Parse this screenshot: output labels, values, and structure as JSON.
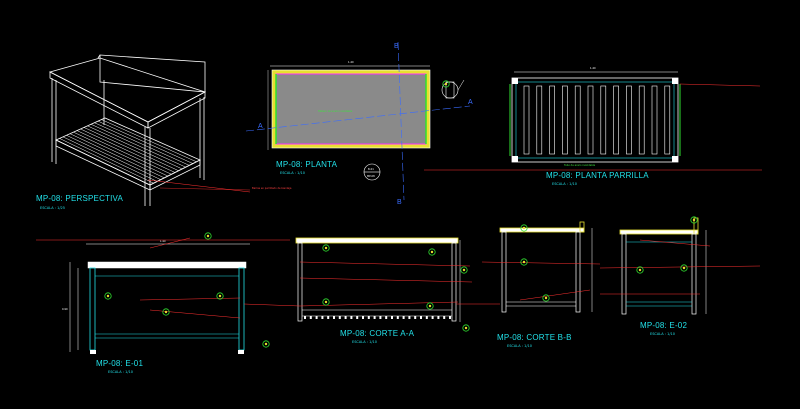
{
  "drawing": {
    "views": {
      "perspective": {
        "title": "MP-08: PERSPECTIVA",
        "scale": "ESCALA : 1/25",
        "note": "Barras en parrillado de bandeja"
      },
      "plan": {
        "title": "MP-08: PLANTA",
        "scale": "ESCALA : 1/10",
        "center_note": "Tablero de acero inoxidable",
        "width_dim": "1.40",
        "section_marker_top": "B-01",
        "section_marker_bottom": "MP-08"
      },
      "grill_plan": {
        "title": "MP-08: PLANTA PARRILLA",
        "scale": "ESCALA : 1/10",
        "width_dim": "1.40",
        "bottom_note": "Tubo de acero inoxidable"
      },
      "elevation_e01": {
        "title": "MP-08: E-01",
        "scale": "ESCALA : 1/10",
        "width_dim": "1.40",
        "height_dim": "0.90"
      },
      "section_aa": {
        "title": "MP-08: CORTE A-A",
        "scale": "ESCALA : 1/10"
      },
      "section_bb": {
        "title": "MP-08: CORTE B-B",
        "scale": "ESCALA : 1/10"
      },
      "elevation_e02": {
        "title": "MP-08: E-02",
        "scale": "ESCALA : 1/10"
      }
    },
    "section_labels": {
      "a_left": "A",
      "a_right": "A",
      "b_top": "B",
      "b_bottom": "B"
    },
    "colors": {
      "background": "#000000",
      "cyan": "#22e0e8",
      "white": "#ffffff",
      "red": "#ff3030",
      "green": "#30e030",
      "yellow": "#e8e030",
      "blue": "#3a6cff",
      "magenta": "#ff30ff",
      "fill_gray": "#8a8a8a"
    }
  }
}
